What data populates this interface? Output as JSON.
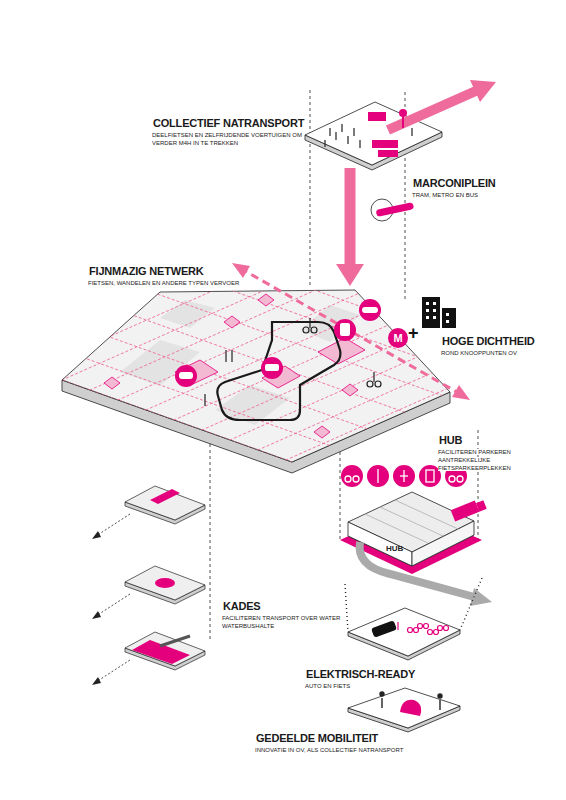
{
  "diagram": {
    "nodes": [
      {
        "text": [
          "COLLECTIEF NATRANSPORT",
          "DEELFIETSEN EN ZELFRIJDENDE VOERTUIGEN OM VERDER M4H IN TE TREKKEN"
        ]
      },
      {
        "text": [
          "MARCONIPLEIN",
          "TRAM, METRO EN BUS"
        ]
      },
      {
        "text": [
          "FIJNMAZIG NETWERK",
          "FIETSEN, WANDELEN EN ANDERE TYPEN VERVOER"
        ]
      },
      {
        "text": [
          "HOGE DICHTHEID",
          "ROND KNOOPPUNTEN OV"
        ]
      },
      {
        "text": [
          "HUB",
          "FACILITEREN PARKEREN AANTREKKELIJKE FIETSPARKEERPLEKKEN"
        ]
      },
      {
        "text": [
          "KADES",
          "FACILITEREN TRANSPORT OVER WATER WATERBUSHALTE"
        ]
      },
      {
        "text": [
          "ELEKTRISCH-READY",
          "AUTO EN FIETS"
        ]
      },
      {
        "text": [
          "GEDEELDE MOBILITEIT",
          "INNOVATIE IN OV, ALS COLLECTIEF NATRANSPORT"
        ]
      }
    ],
    "edges": [
      {
        "from": 1,
        "to": 2,
        "arrow": "to"
      },
      {
        "from": 4,
        "to": 6,
        "arrow": "none"
      }
    ],
    "labels": [
      "M",
      "+",
      "HUB"
    ]
  }
}
